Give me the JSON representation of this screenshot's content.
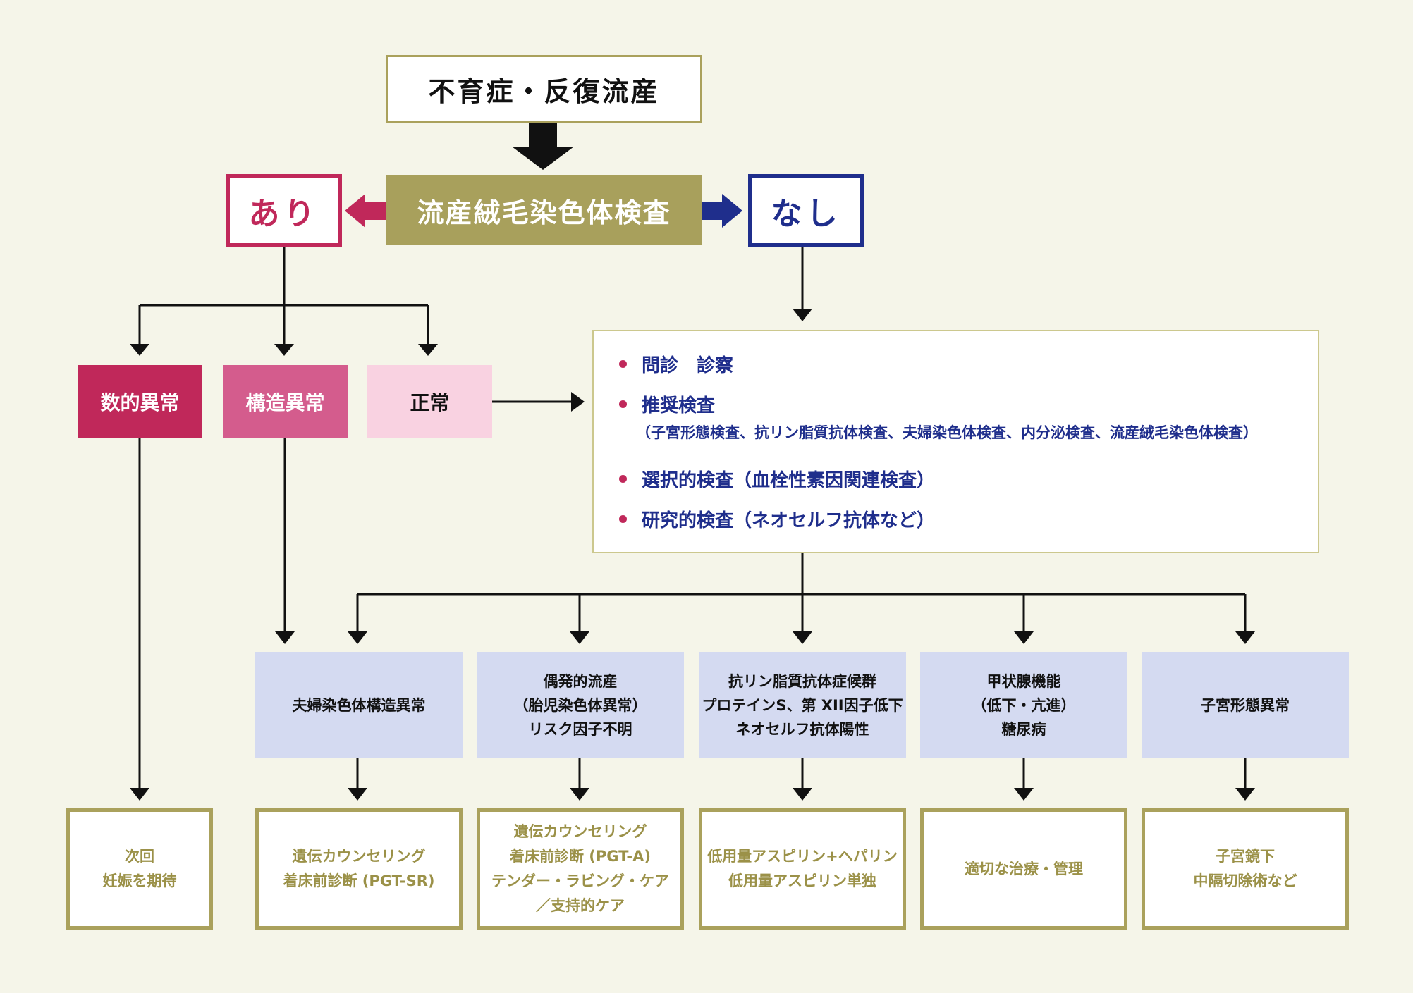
{
  "top": {
    "label": "不育症・反復流産"
  },
  "exam": {
    "label": "流産絨毛染色体検査"
  },
  "branches": {
    "ari": "あり",
    "nashi": "なし"
  },
  "categories": {
    "numeric": "数的異常",
    "structural": "構造異常",
    "normal": "正常"
  },
  "tests": {
    "item1": "問診　診察",
    "item2": "推奨検査",
    "item2_detail": "（子宮形態検査、抗リン脂質抗体検査、夫婦染色体検査、内分泌検査、流産絨毛染色体検査）",
    "item3": "選択的検査（血栓性素因関連検査）",
    "item4": "研究的検査（ネオセルフ抗体など）"
  },
  "causes": [
    {
      "lines": [
        "夫婦染色体構造異常"
      ]
    },
    {
      "lines": [
        "偶発的流産",
        "（胎児染色体異常）",
        "リスク因子不明"
      ]
    },
    {
      "lines": [
        "抗リン脂質抗体症候群",
        "プロテインS、第 XII因子低下",
        "ネオセルフ抗体陽性"
      ]
    },
    {
      "lines": [
        "甲状腺機能",
        "（低下・亢進）",
        "糖尿病"
      ]
    },
    {
      "lines": [
        "子宮形態異常"
      ]
    }
  ],
  "management": {
    "numeric": {
      "lines": [
        "次回",
        "妊娠を期待"
      ]
    },
    "items": [
      {
        "lines": [
          "遺伝カウンセリング",
          "着床前診断 (PGT-SR)"
        ]
      },
      {
        "lines": [
          "遺伝カウンセリング",
          "着床前診断 (PGT-A)",
          "テンダー・ラビング・ケア",
          "／支持的ケア"
        ]
      },
      {
        "lines": [
          "低用量アスピリン+ヘパリン",
          "低用量アスピリン単独"
        ]
      },
      {
        "lines": [
          "適切な治療・管理"
        ]
      },
      {
        "lines": [
          "子宮鏡下",
          "中隔切除術など"
        ]
      }
    ]
  },
  "colors": {
    "background": "#f5f5e9",
    "gold": "#a8a05c",
    "magenta": "#c0285a",
    "pink": "#d45c8d",
    "light_pink": "#f9d2e1",
    "navy": "#1f2e8c",
    "lavender": "#d4daf1"
  }
}
